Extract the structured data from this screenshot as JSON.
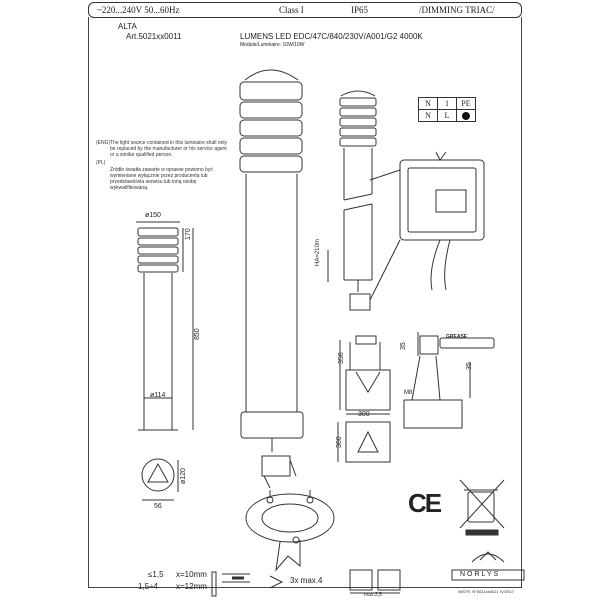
{
  "header": {
    "voltage": "~220...240V 50...60Hz",
    "class": "Class I",
    "ip": "IP65",
    "dimming": "/DIMMING TRIAC/"
  },
  "product": {
    "name": "ALTA",
    "article": "Art.5021xx0011",
    "spec": "LUMENS LED EDC/47C/840/230V/A001/G2 4000K",
    "module": "Module/Luminaire: 10W/10W"
  },
  "warnings": {
    "en_tag": "(ENG)",
    "en_text": "The light source contained in this luminaire shall only be replaced by the manufacturer or his service agent or a similar qualified person.",
    "pl_tag": "(PL)",
    "pl_text": "Źródło światła zawarte w oprawie powinno być wymieniane wyłącznie przez producenta lub przedstawiciela serwisu lub inną osobę wykwalifikowaną."
  },
  "dimensions": {
    "diameter_top": "ø150",
    "head_height": "170",
    "total_height": "850",
    "diameter_body": "ø114",
    "base_diameter": "ø120",
    "base_offset": "56",
    "cable_height": "HA=210m",
    "foundation_depth": "350",
    "foundation_width": "300",
    "foundation_height": "300",
    "side_35_a": "35",
    "side_35_b": "35",
    "m8": "M8"
  },
  "terminal_table": {
    "row1": [
      "N",
      "1",
      "PE"
    ],
    "row2": [
      "N",
      "L",
      ""
    ]
  },
  "labels": {
    "grease": "GREASE",
    "ce": "CE",
    "brand": "NORLYS",
    "footer_left": "INSTR. N°5021xx0011",
    "footer_right": "IV/2017"
  },
  "wire_spec": {
    "line1_range": "≤1,5",
    "line1_len": "x=10mm",
    "line2_range": "1,5÷4",
    "line2_len": "x=12mm",
    "screws": "3x max.4",
    "max_mm": "max.2,5"
  }
}
